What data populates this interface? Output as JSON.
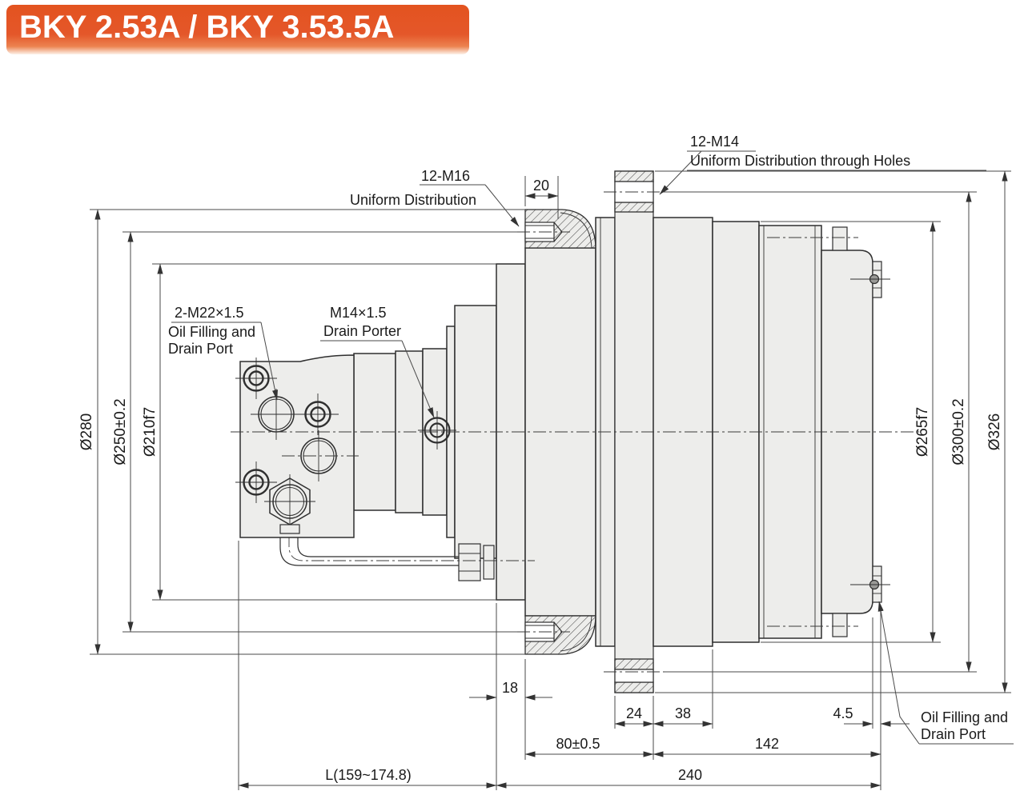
{
  "title": {
    "label": "BKY 2.53A / BKY 3.53.5A"
  },
  "colors": {
    "accent_orange": "#e4572a",
    "line_dark": "#2f2f2f",
    "dim_gray": "#4a4a4a",
    "body_fill": "#ededeb",
    "title_text": "#ffffff"
  },
  "callouts": {
    "m16": {
      "thread": "12-M16",
      "note": "Uniform Distribution"
    },
    "m14_flange": {
      "thread": "12-M14",
      "note": "Uniform Distribution through Holes"
    },
    "m22_ports": {
      "thread": "2-M22×1.5",
      "note_line1": "Oil Filling and",
      "note_line2": "Drain Port"
    },
    "drain_port": {
      "thread": "M14×1.5",
      "note": "Drain Porter"
    },
    "hub_port": {
      "note_line1": "Oil Filling and",
      "note_line2": "Drain Port"
    }
  },
  "dimensions": {
    "thread_depth": "20",
    "flange_thickness": "18",
    "hub_flange_width": "24",
    "step_width": "38",
    "cap_offset": "4.5",
    "mount_span": "80±0.5",
    "hub_span": "142",
    "overall_width": "240",
    "motor_length": "L(159~174.8)"
  },
  "diameters": {
    "left": {
      "flange_od": "Ø280",
      "bolt_circle": "Ø250±0.2",
      "pilot": "Ø210f7"
    },
    "right": {
      "pilot": "Ø265f7",
      "bolt_circle": "Ø300±0.2",
      "flange_od": "Ø326"
    }
  }
}
